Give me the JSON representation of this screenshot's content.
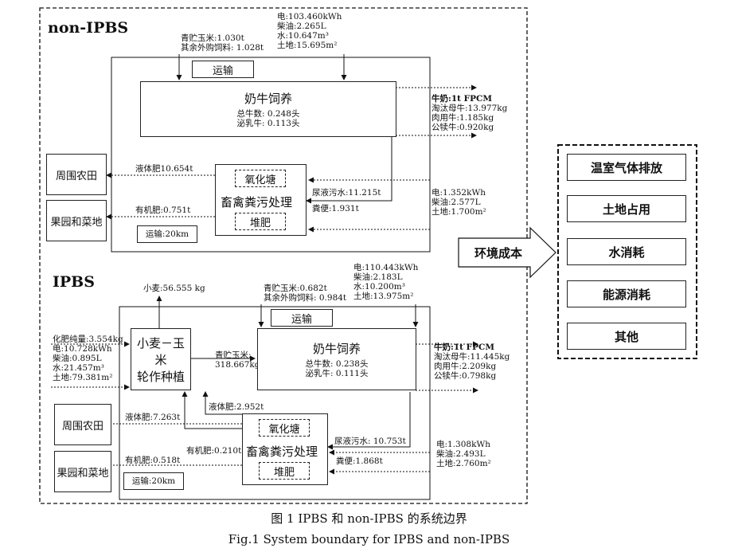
{
  "top": {
    "title": "non-IPBS",
    "feed_in": [
      "青贮玉米:1.030t",
      "其余外购饲料: 1.028t"
    ],
    "resources": [
      "电:103.460kWh",
      "柴油:2.265L",
      "水:10.647m³",
      "土地:15.695m²"
    ],
    "transport": "运输",
    "dairy_title": "奶牛饲养",
    "dairy_lines": [
      "总牛数:  0.248头",
      "泌乳牛:  0.113头"
    ],
    "outputs_title": "牛奶:1t FPCM",
    "outputs": [
      "淘汰母牛:13.977kg",
      "肉用牛:1.185kg",
      "公犊牛:0.920kg"
    ],
    "manure_title": "畜禽粪污处理",
    "oxidation_pond": "氧化塘",
    "compost": "堆肥",
    "liquid_fert": "液体肥10.654t",
    "organic_fert": "有机肥:0.751t",
    "transport_20km": "运输:20km",
    "farmland": "周围农田",
    "orchard": "果园和菜地",
    "slurry": "尿液污水:11.215t",
    "feces": "粪便:1.931t",
    "manure_resources": [
      "电:1.352kWh",
      "柴油:2.577L",
      "土地:1.700m²"
    ]
  },
  "bottom": {
    "title": "IPBS",
    "wheat_out": "小麦:56.555 kg",
    "crop_inputs": [
      "化肥纯量:3.554kg",
      "电:10.728kWh",
      "柴油:0.895L",
      "水:21.457m³",
      "土地:79.381m²"
    ],
    "crop_title": [
      "小麦－玉米",
      "轮作种植"
    ],
    "silage_label": "青贮玉米:",
    "silage_value": "318.667kg",
    "feed_in": [
      "青贮玉米:0.682t",
      "其余外购饲料: 0.984t"
    ],
    "resources": [
      "电:110.443kWh",
      "柴油:2.183L",
      "水:10.200m³",
      "土地:13.975m²"
    ],
    "transport": "运输",
    "dairy_title": "奶牛饲养",
    "dairy_lines": [
      "总牛数:  0.238头",
      "泌乳牛:  0.111头"
    ],
    "outputs_title": "牛奶:1t FPCM",
    "outputs": [
      "淘汰母牛:11.445kg",
      "肉用牛:2.209kg",
      "公犊牛:0.798kg"
    ],
    "liquid_fert_back": "液体肥:2.952t",
    "liquid_fert": "液体肥:7.263t",
    "organic_fert_back": "有机肥:0.210t",
    "organic_fert": "有机肥:0.518t",
    "manure_title": "畜禽粪污处理",
    "oxidation_pond": "氧化塘",
    "compost": "堆肥",
    "slurry": "尿液污水: 10.753t",
    "feces": "粪便:1.868t",
    "transport_20km": "运输:20km",
    "farmland": "周围农田",
    "orchard": "果园和菜地",
    "manure_resources": [
      "电:1.308kWh",
      "柴油:2.493L",
      "土地:2.760m²"
    ]
  },
  "env_cost": "环境成本",
  "impacts": [
    "温室气体排放",
    "土地占用",
    "水消耗",
    "能源消耗",
    "其他"
  ],
  "caption_cn": "图 1    IPBS 和 non-IPBS 的系统边界",
  "caption_en": "Fig.1    System boundary for IPBS and non-IPBS"
}
